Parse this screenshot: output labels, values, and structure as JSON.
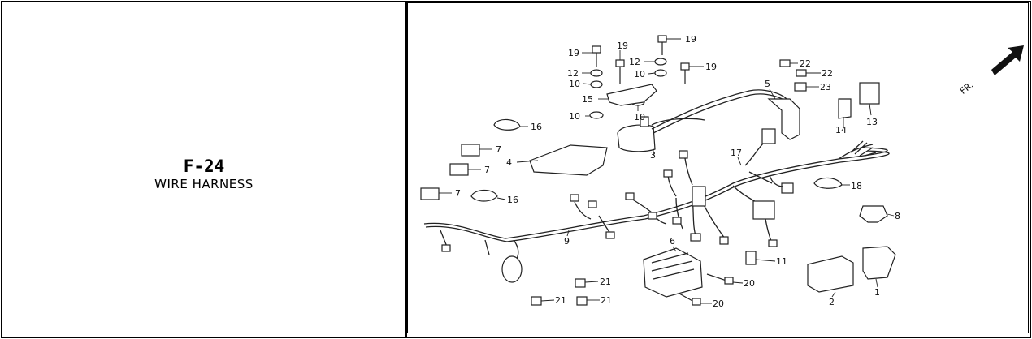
{
  "figure": {
    "code": "F-24",
    "title": "WIRE HARNESS"
  },
  "orientation": {
    "label": "FR."
  },
  "callouts": [
    {
      "id": "c19a",
      "label": "19"
    },
    {
      "id": "c19b",
      "label": "19"
    },
    {
      "id": "c19c",
      "label": "19"
    },
    {
      "id": "c19d",
      "label": "19"
    },
    {
      "id": "c12a",
      "label": "12"
    },
    {
      "id": "c12b",
      "label": "12"
    },
    {
      "id": "c10a",
      "label": "10"
    },
    {
      "id": "c10b",
      "label": "10"
    },
    {
      "id": "c10c",
      "label": "10"
    },
    {
      "id": "c10d",
      "label": "10"
    },
    {
      "id": "c15",
      "label": "15"
    },
    {
      "id": "c16a",
      "label": "16"
    },
    {
      "id": "c16b",
      "label": "16"
    },
    {
      "id": "c7a",
      "label": "7"
    },
    {
      "id": "c7b",
      "label": "7"
    },
    {
      "id": "c7c",
      "label": "7"
    },
    {
      "id": "c4",
      "label": "4"
    },
    {
      "id": "c3",
      "label": "3"
    },
    {
      "id": "c5",
      "label": "5"
    },
    {
      "id": "c22a",
      "label": "22"
    },
    {
      "id": "c22b",
      "label": "22"
    },
    {
      "id": "c23",
      "label": "23"
    },
    {
      "id": "c14",
      "label": "14"
    },
    {
      "id": "c13",
      "label": "13"
    },
    {
      "id": "c17",
      "label": "17"
    },
    {
      "id": "c18",
      "label": "18"
    },
    {
      "id": "c8",
      "label": "8"
    },
    {
      "id": "c9",
      "label": "9"
    },
    {
      "id": "c6",
      "label": "6"
    },
    {
      "id": "c11",
      "label": "11"
    },
    {
      "id": "c21a",
      "label": "21"
    },
    {
      "id": "c21b",
      "label": "21"
    },
    {
      "id": "c21c",
      "label": "21"
    },
    {
      "id": "c20a",
      "label": "20"
    },
    {
      "id": "c20b",
      "label": "20"
    },
    {
      "id": "c2",
      "label": "2"
    },
    {
      "id": "c1",
      "label": "1"
    }
  ]
}
